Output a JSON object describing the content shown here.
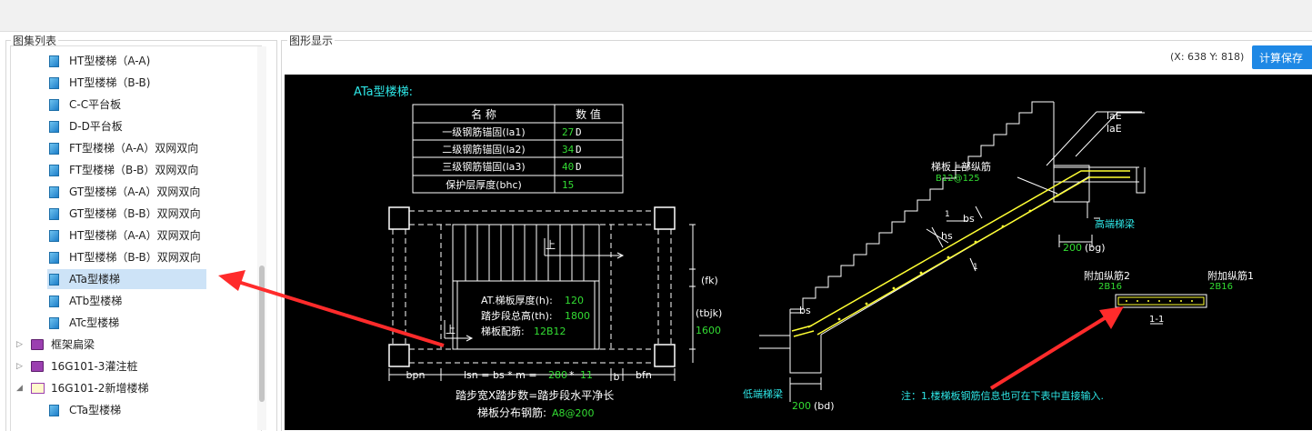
{
  "panels": {
    "left_title": "图集列表",
    "right_title": "图形显示"
  },
  "tree": [
    {
      "label": "HT型楼梯（A-A)",
      "icon": "document-icon"
    },
    {
      "label": "HT型楼梯（B-B)",
      "icon": "document-icon"
    },
    {
      "label": "C-C平台板",
      "icon": "document-icon"
    },
    {
      "label": "D-D平台板",
      "icon": "document-icon"
    },
    {
      "label": "FT型楼梯（A-A）双网双向",
      "icon": "document-icon"
    },
    {
      "label": "FT型楼梯（B-B）双网双向",
      "icon": "document-icon"
    },
    {
      "label": "GT型楼梯（A-A）双网双向",
      "icon": "document-icon"
    },
    {
      "label": "GT型楼梯（B-B）双网双向",
      "icon": "document-icon"
    },
    {
      "label": "HT型楼梯（A-A）双网双向",
      "icon": "document-icon"
    },
    {
      "label": "HT型楼梯（B-B）双网双向",
      "icon": "document-icon"
    },
    {
      "label": "ATa型楼梯",
      "icon": "document-icon",
      "selected": true
    },
    {
      "label": "ATb型楼梯",
      "icon": "document-icon"
    },
    {
      "label": "ATc型楼梯",
      "icon": "document-icon"
    },
    {
      "label": "框架扁梁",
      "icon": "book-icon",
      "expander": "collapsed"
    },
    {
      "label": "16G101-3灌注桩",
      "icon": "book-icon",
      "expander": "collapsed"
    },
    {
      "label": "16G101-2新增楼梯",
      "icon": "book-open-icon",
      "expander": "expanded"
    },
    {
      "label": "CTa型楼梯",
      "icon": "document-icon"
    }
  ],
  "toolbar": {
    "coords": "(X: 638 Y: 818)",
    "calc_save": "计算保存"
  },
  "drawing": {
    "title": "ATa型楼梯:",
    "table": {
      "headers": [
        "名  称",
        "数  值"
      ],
      "rows": [
        {
          "name": "一级钢筋锚固(la1)",
          "value": "27",
          "unit": "D"
        },
        {
          "name": "二级钢筋锚固(la2)",
          "value": "34",
          "unit": "D"
        },
        {
          "name": "三级钢筋锚固(la3)",
          "value": "40",
          "unit": "D"
        },
        {
          "name": "保护层厚度(bhc)",
          "value": "15",
          "unit": ""
        }
      ]
    },
    "plan": {
      "up_label": "上",
      "up_label2": "上",
      "spec1_label": "AT.梯板厚度(h):",
      "spec1_value": "120",
      "spec2_label": "踏步段总高(th):",
      "spec2_value": "1800",
      "spec3_label": "梯板配筋:",
      "spec3_value": "12B12",
      "dim_fk": "(fk)",
      "dim_tbjk": "(tbjk)",
      "dim_tbjk_value": "1600",
      "dim_bpn": "bpn",
      "dim_lsn_prefix": "lsn = bs * m =",
      "dim_lsn_value": "280",
      "dim_lsn_times": "*",
      "dim_lsn_m": "11",
      "dim_b": "b",
      "dim_bfn": "bfn",
      "note1": "踏步宽X踏步数=踏步段水平净长",
      "note2_label": "梯板分布钢筋:",
      "note2_value": "A8@200"
    },
    "section": {
      "upper_rebar_label": "梯板上部纵筋",
      "upper_rebar_value": "B12@125",
      "high_beam": "高端梯梁",
      "low_beam": "低端梯梁",
      "laE1": "laE",
      "laE2": "laE",
      "bs_top": "bs",
      "bs_bottom": "bs",
      "hs": "hs",
      "cut1": "1",
      "cut2": "1",
      "bg_value": "200",
      "bg_label": "(bg)",
      "bd_value": "200",
      "bd_label": "(bd)",
      "add2_label": "附加纵筋2",
      "add2_value": "2B16",
      "add1_label": "附加纵筋1",
      "add1_value": "2B16",
      "section_mark": "1-1"
    },
    "note": "注：1.楼梯板钢筋信息也可在下表中直接输入."
  },
  "colors": {
    "canvas_bg": "#000000",
    "line_white": "#ffffff",
    "cyan_text": "#2ee6e6",
    "green_value": "#33dd33",
    "yellow_rebar": "#ffff33",
    "accent_button": "#1e88e5",
    "arrow_red": "#ff2b2b",
    "selection": "#cde3f7"
  }
}
